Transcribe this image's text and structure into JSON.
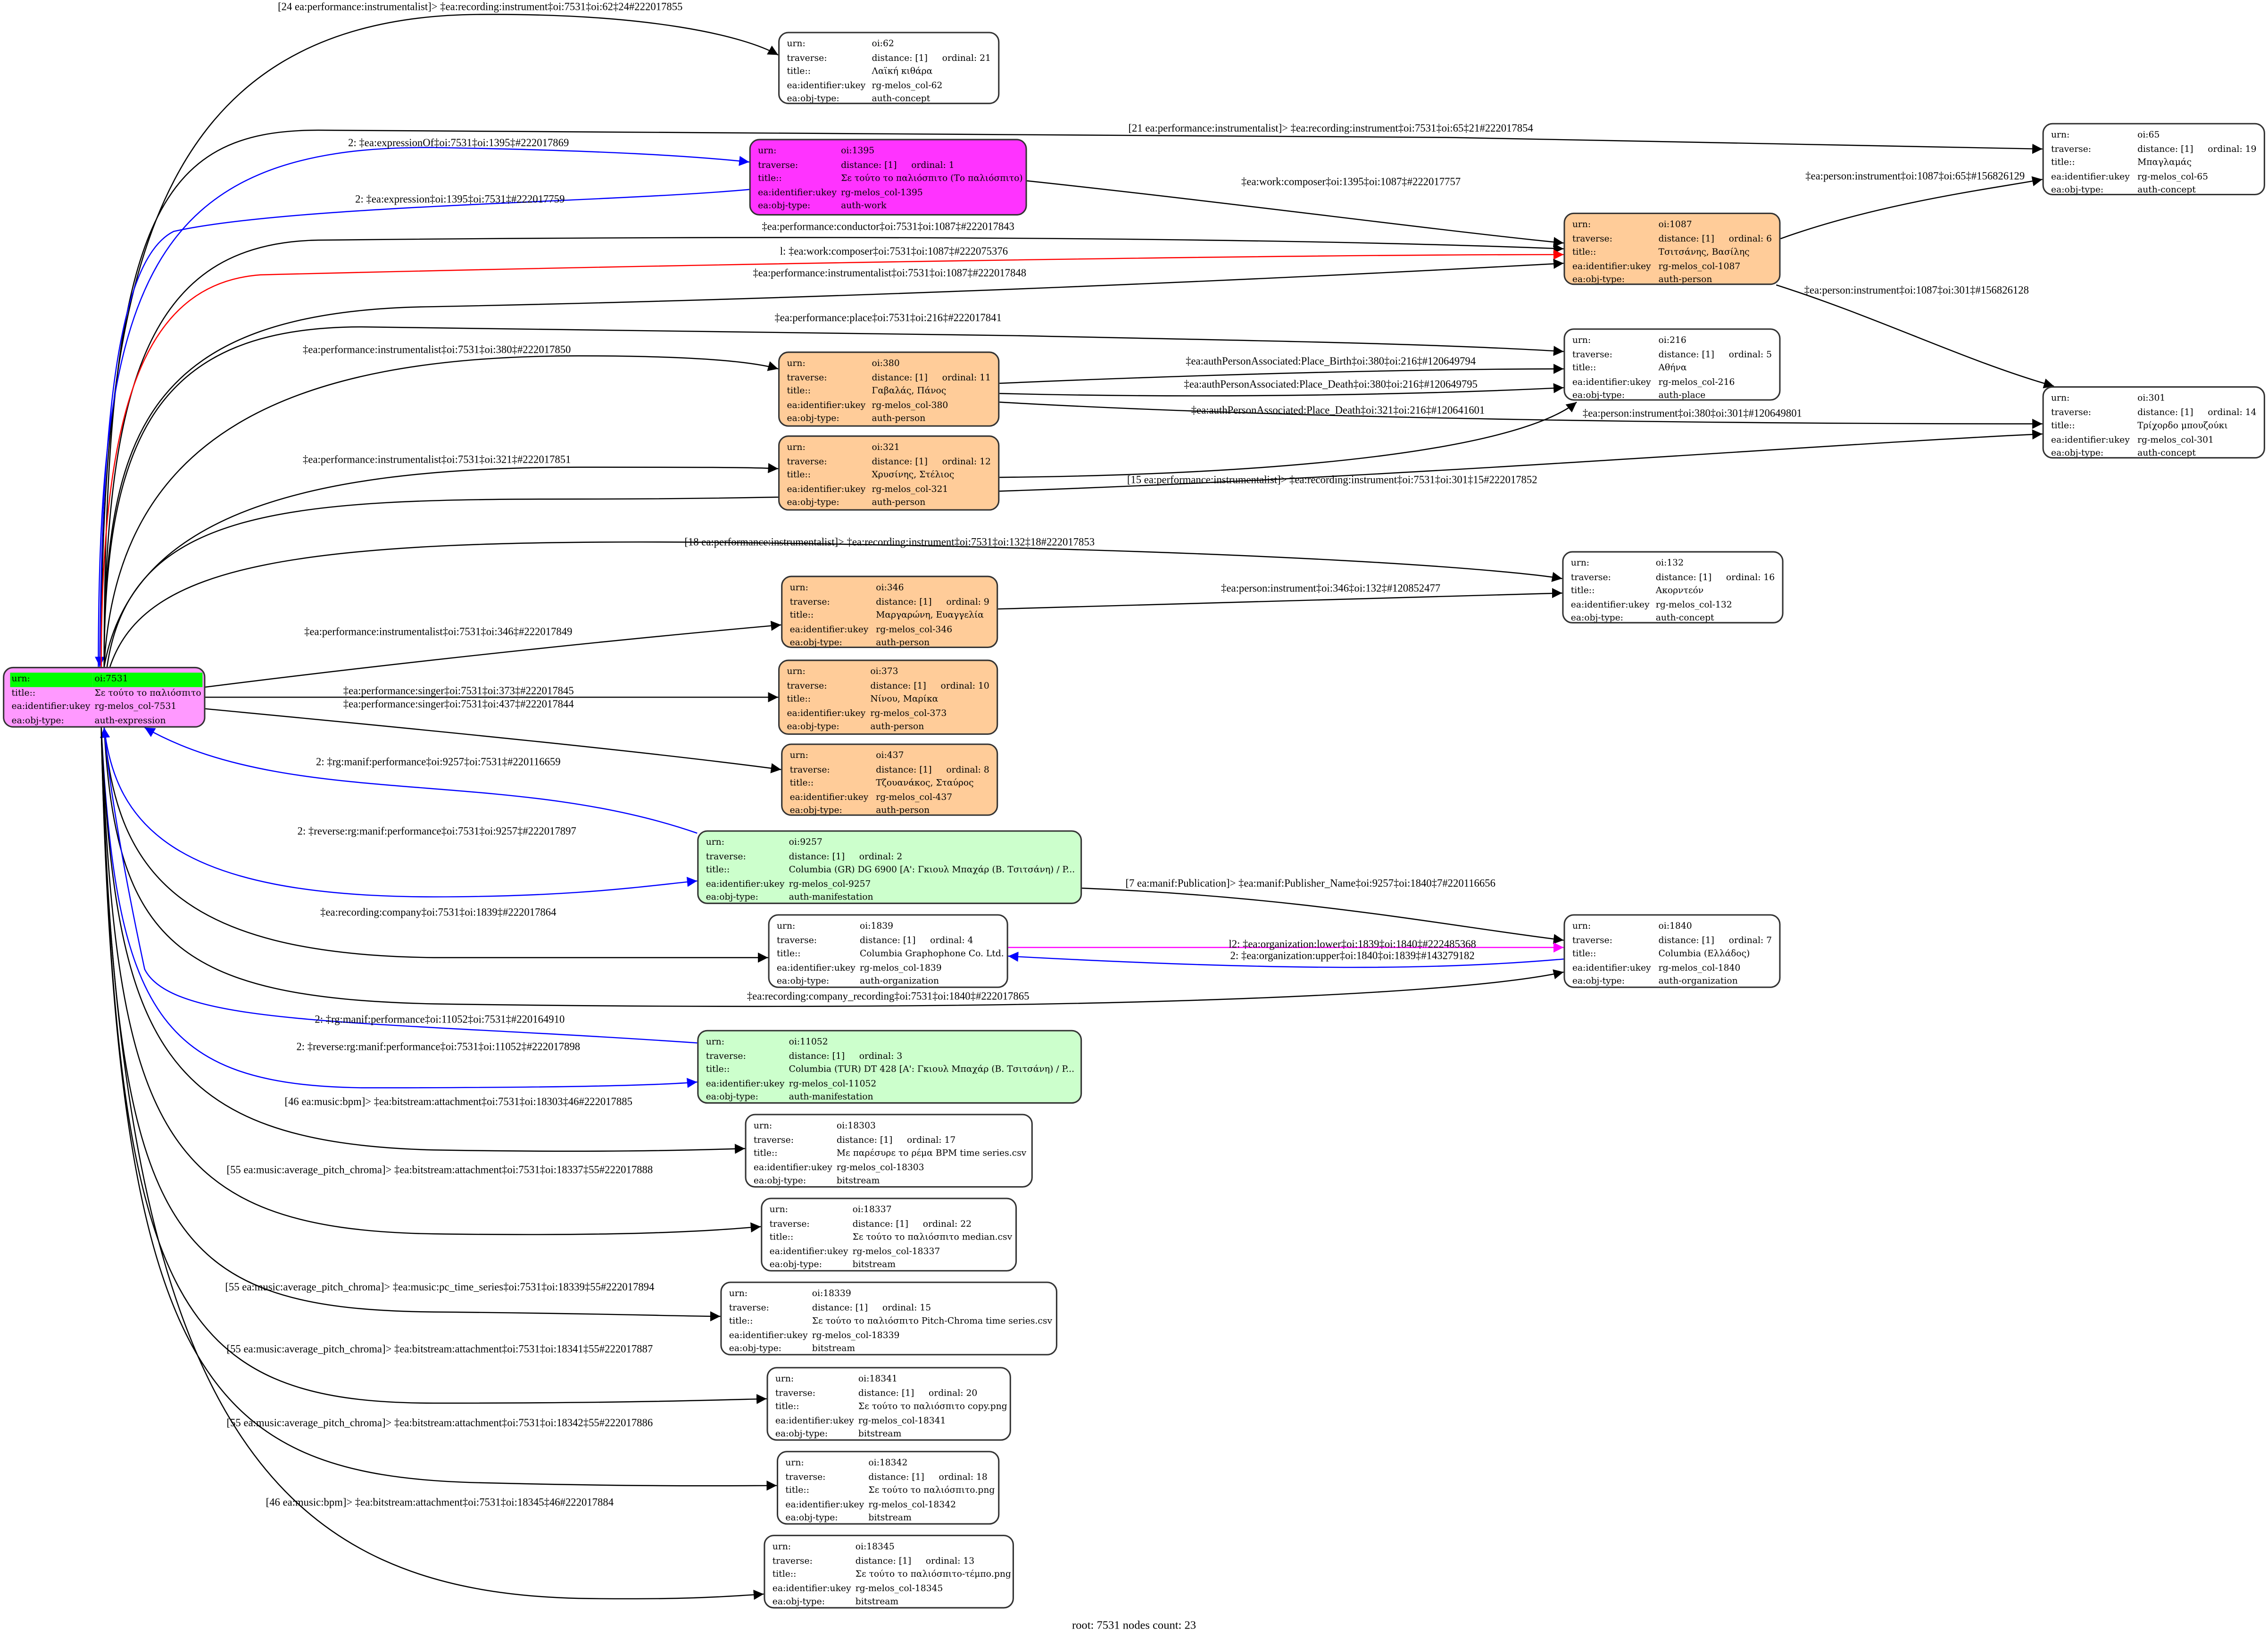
{
  "field_labels": {
    "urn": "urn:",
    "traverse": "traverse:",
    "title": "title::",
    "ukey": "ea:identifier:ukey",
    "obj_type": "ea:obj-type:"
  },
  "colors": {
    "root": "#ff99ff",
    "root_urn": "#00ff00",
    "work": "#ff33ff",
    "person": "#ffcc99",
    "manifestation": "#ccffcc",
    "default": "#ffffff",
    "edge_black": "#000000",
    "edge_blue": "#0000ff",
    "edge_red": "#ff0000",
    "edge_magenta": "#ff00ff"
  },
  "nodes": [
    {
      "id": "7531",
      "urn": "oi:7531",
      "title": "Σε τούτο το παλιόσπιτο",
      "ukey": "rg-melos_col-7531",
      "obj_type": "auth-expression",
      "kind": "root"
    },
    {
      "id": "62",
      "urn": "oi:62",
      "distance": "distance: [1]",
      "ordinal": "ordinal: 21",
      "title": "Λαϊκή κιθάρα",
      "ukey": "rg-melos_col-62",
      "obj_type": "auth-concept",
      "kind": "default"
    },
    {
      "id": "1395",
      "urn": "oi:1395",
      "distance": "distance: [1]",
      "ordinal": "ordinal: 1",
      "title": "Σε τούτο το παλιόσπιτο (Το παλιόσπιτο)",
      "ukey": "rg-melos_col-1395",
      "obj_type": "auth-work",
      "kind": "work"
    },
    {
      "id": "65",
      "urn": "oi:65",
      "distance": "distance: [1]",
      "ordinal": "ordinal: 19",
      "title": "Μπαγλαμάς",
      "ukey": "rg-melos_col-65",
      "obj_type": "auth-concept",
      "kind": "default"
    },
    {
      "id": "1087",
      "urn": "oi:1087",
      "distance": "distance: [1]",
      "ordinal": "ordinal: 6",
      "title": "Τσιτσάνης, Βασίλης",
      "ukey": "rg-melos_col-1087",
      "obj_type": "auth-person",
      "kind": "person"
    },
    {
      "id": "216",
      "urn": "oi:216",
      "distance": "distance: [1]",
      "ordinal": "ordinal: 5",
      "title": "Αθήνα",
      "ukey": "rg-melos_col-216",
      "obj_type": "auth-place",
      "kind": "default"
    },
    {
      "id": "301",
      "urn": "oi:301",
      "distance": "distance: [1]",
      "ordinal": "ordinal: 14",
      "title": "Τρίχορδο μπουζούκι",
      "ukey": "rg-melos_col-301",
      "obj_type": "auth-concept",
      "kind": "default"
    },
    {
      "id": "380",
      "urn": "oi:380",
      "distance": "distance: [1]",
      "ordinal": "ordinal: 11",
      "title": "Γαβαλάς, Πάνος",
      "ukey": "rg-melos_col-380",
      "obj_type": "auth-person",
      "kind": "person"
    },
    {
      "id": "321",
      "urn": "oi:321",
      "distance": "distance: [1]",
      "ordinal": "ordinal: 12",
      "title": "Χρυσίνης, Στέλιος",
      "ukey": "rg-melos_col-321",
      "obj_type": "auth-person",
      "kind": "person"
    },
    {
      "id": "132",
      "urn": "oi:132",
      "distance": "distance: [1]",
      "ordinal": "ordinal: 16",
      "title": "Ακορντεόν",
      "ukey": "rg-melos_col-132",
      "obj_type": "auth-concept",
      "kind": "default"
    },
    {
      "id": "346",
      "urn": "oi:346",
      "distance": "distance: [1]",
      "ordinal": "ordinal: 9",
      "title": "Μαργαρώνη, Ευαγγελία",
      "ukey": "rg-melos_col-346",
      "obj_type": "auth-person",
      "kind": "person"
    },
    {
      "id": "373",
      "urn": "oi:373",
      "distance": "distance: [1]",
      "ordinal": "ordinal: 10",
      "title": "Νίνου, Μαρίκα",
      "ukey": "rg-melos_col-373",
      "obj_type": "auth-person",
      "kind": "person"
    },
    {
      "id": "437",
      "urn": "oi:437",
      "distance": "distance: [1]",
      "ordinal": "ordinal: 8",
      "title": "Τζουανάκος, Σταύρος",
      "ukey": "rg-melos_col-437",
      "obj_type": "auth-person",
      "kind": "person"
    },
    {
      "id": "9257",
      "urn": "oi:9257",
      "distance": "distance: [1]",
      "ordinal": "ordinal: 2",
      "title": "Columbia (GR) DG 6900 [A': Γκιουλ Μπαχάρ (Β. Τσιτσάνη) / P...",
      "ukey": "rg-melos_col-9257",
      "obj_type": "auth-manifestation",
      "kind": "manif"
    },
    {
      "id": "1839",
      "urn": "oi:1839",
      "distance": "distance: [1]",
      "ordinal": "ordinal: 4",
      "title": "Columbia Graphophone Co. Ltd.",
      "ukey": "rg-melos_col-1839",
      "obj_type": "auth-organization",
      "kind": "default"
    },
    {
      "id": "1840",
      "urn": "oi:1840",
      "distance": "distance: [1]",
      "ordinal": "ordinal: 7",
      "title": "Columbia (Ελλάδος)",
      "ukey": "rg-melos_col-1840",
      "obj_type": "auth-organization",
      "kind": "default"
    },
    {
      "id": "11052",
      "urn": "oi:11052",
      "distance": "distance: [1]",
      "ordinal": "ordinal: 3",
      "title": "Columbia (TUR) DT 428 [A': Γκιουλ Μπαχάρ (Β. Τσιτσάνη) / P...",
      "ukey": "rg-melos_col-11052",
      "obj_type": "auth-manifestation",
      "kind": "manif"
    },
    {
      "id": "18303",
      "urn": "oi:18303",
      "distance": "distance: [1]",
      "ordinal": "ordinal: 17",
      "title": "Με παρέσυρε το ρέμα BPM time series.csv",
      "ukey": "rg-melos_col-18303",
      "obj_type": "bitstream",
      "kind": "default"
    },
    {
      "id": "18337",
      "urn": "oi:18337",
      "distance": "distance: [1]",
      "ordinal": "ordinal: 22",
      "title": "Σε τούτο το παλιόσπιτο median.csv",
      "ukey": "rg-melos_col-18337",
      "obj_type": "bitstream",
      "kind": "default"
    },
    {
      "id": "18339",
      "urn": "oi:18339",
      "distance": "distance: [1]",
      "ordinal": "ordinal: 15",
      "title": "Σε τούτο το παλιόσπιτο Pitch-Chroma time series.csv",
      "ukey": "rg-melos_col-18339",
      "obj_type": "bitstream",
      "kind": "default"
    },
    {
      "id": "18341",
      "urn": "oi:18341",
      "distance": "distance: [1]",
      "ordinal": "ordinal: 20",
      "title": "Σε τούτο το παλιόσπιτο copy.png",
      "ukey": "rg-melos_col-18341",
      "obj_type": "bitstream",
      "kind": "default"
    },
    {
      "id": "18342",
      "urn": "oi:18342",
      "distance": "distance: [1]",
      "ordinal": "ordinal: 18",
      "title": "Σε τούτο το παλιόσπιτο.png",
      "ukey": "rg-melos_col-18342",
      "obj_type": "bitstream",
      "kind": "default"
    },
    {
      "id": "18345",
      "urn": "oi:18345",
      "distance": "distance: [1]",
      "ordinal": "ordinal: 13",
      "title": "Σε τούτο το παλιόσπιτο-τέμπο.png",
      "ukey": "rg-melos_col-18345",
      "obj_type": "bitstream",
      "kind": "default"
    }
  ],
  "edges": [
    {
      "from": "7531",
      "to": "62",
      "color": "#000000",
      "label": "[24 ea:performance:instrumentalist]> ‡ea:recording:instrument‡oi:7531‡oi:62‡24#222017855"
    },
    {
      "from": "7531",
      "to": "65",
      "color": "#000000",
      "label": "[21 ea:performance:instrumentalist]> ‡ea:recording:instrument‡oi:7531‡oi:65‡21#222017854"
    },
    {
      "from": "7531",
      "to": "1395",
      "color": "#0000ff",
      "label": "2: ‡ea:expressionOf‡oi:7531‡oi:1395‡#222017869"
    },
    {
      "from": "1395",
      "to": "7531",
      "color": "#0000ff",
      "label": "2: ‡ea:expression‡oi:1395‡oi:7531‡#222017759"
    },
    {
      "from": "1395",
      "to": "1087",
      "color": "#000000",
      "label": "‡ea:work:composer‡oi:1395‡oi:1087‡#222017757"
    },
    {
      "from": "7531",
      "to": "1087",
      "color": "#000000",
      "label": "‡ea:performance:conductor‡oi:7531‡oi:1087‡#222017843"
    },
    {
      "from": "7531",
      "to": "1087",
      "color": "#ff0000",
      "label": "l: ‡ea:work:composer‡oi:7531‡oi:1087‡#222075376"
    },
    {
      "from": "7531",
      "to": "1087",
      "color": "#000000",
      "label": "‡ea:performance:instrumentalist‡oi:7531‡oi:1087‡#222017848"
    },
    {
      "from": "7531",
      "to": "216",
      "color": "#000000",
      "label": "‡ea:performance:place‡oi:7531‡oi:216‡#222017841"
    },
    {
      "from": "7531",
      "to": "380",
      "color": "#000000",
      "label": "‡ea:performance:instrumentalist‡oi:7531‡oi:380‡#222017850"
    },
    {
      "from": "380",
      "to": "216",
      "color": "#000000",
      "label": "‡ea:authPersonAssociated:Place_Birth‡oi:380‡oi:216‡#120649794"
    },
    {
      "from": "380",
      "to": "216",
      "color": "#000000",
      "label": "‡ea:authPersonAssociated:Place_Death‡oi:380‡oi:216‡#120649795"
    },
    {
      "from": "321",
      "to": "216",
      "color": "#000000",
      "label": "‡ea:authPersonAssociated:Place_Death‡oi:321‡oi:216‡#120641601"
    },
    {
      "from": "380",
      "to": "301",
      "color": "#000000",
      "label": "‡ea:person:instrument‡oi:380‡oi:301‡#120649801"
    },
    {
      "from": "1087",
      "to": "65",
      "color": "#000000",
      "label": "‡ea:person:instrument‡oi:1087‡oi:65‡#156826129"
    },
    {
      "from": "1087",
      "to": "301",
      "color": "#000000",
      "label": "‡ea:person:instrument‡oi:1087‡oi:301‡#156826128"
    },
    {
      "from": "7531",
      "to": "321",
      "color": "#000000",
      "label": "‡ea:performance:instrumentalist‡oi:7531‡oi:321‡#222017851"
    },
    {
      "from": "7531",
      "to": "301",
      "color": "#000000",
      "label": "[15 ea:performance:instrumentalist]> ‡ea:recording:instrument‡oi:7531‡oi:301‡15#222017852"
    },
    {
      "from": "7531",
      "to": "132",
      "color": "#000000",
      "label": "[18 ea:performance:instrumentalist]> ‡ea:recording:instrument‡oi:7531‡oi:132‡18#222017853"
    },
    {
      "from": "346",
      "to": "132",
      "color": "#000000",
      "label": "‡ea:person:instrument‡oi:346‡oi:132‡#120852477"
    },
    {
      "from": "7531",
      "to": "346",
      "color": "#000000",
      "label": "‡ea:performance:instrumentalist‡oi:7531‡oi:346‡#222017849"
    },
    {
      "from": "7531",
      "to": "373",
      "color": "#000000",
      "label": "‡ea:performance:singer‡oi:7531‡oi:373‡#222017845"
    },
    {
      "from": "7531",
      "to": "437",
      "color": "#000000",
      "label": "‡ea:performance:singer‡oi:7531‡oi:437‡#222017844"
    },
    {
      "from": "9257",
      "to": "7531",
      "color": "#0000ff",
      "label": "2: ‡rg:manif:performance‡oi:9257‡oi:7531‡#220116659"
    },
    {
      "from": "7531",
      "to": "9257",
      "color": "#0000ff",
      "label": "2: ‡reverse:rg:manif:performance‡oi:7531‡oi:9257‡#222017897"
    },
    {
      "from": "7531",
      "to": "1839",
      "color": "#000000",
      "label": "‡ea:recording:company‡oi:7531‡oi:1839‡#222017864"
    },
    {
      "from": "9257",
      "to": "1840",
      "color": "#000000",
      "label": "[7 ea:manif:Publication]> ‡ea:manif:Publisher_Name‡oi:9257‡oi:1840‡7#220116656"
    },
    {
      "from": "1839",
      "to": "1840",
      "color": "#ff00ff",
      "label": "l2: ‡ea:organization:lower‡oi:1839‡oi:1840‡#222485368"
    },
    {
      "from": "1840",
      "to": "1839",
      "color": "#0000ff",
      "label": "2: ‡ea:organization:upper‡oi:1840‡oi:1839‡#143279182"
    },
    {
      "from": "7531",
      "to": "1840",
      "color": "#000000",
      "label": "‡ea:recording:company_recording‡oi:7531‡oi:1840‡#222017865"
    },
    {
      "from": "11052",
      "to": "7531",
      "color": "#0000ff",
      "label": "2: ‡rg:manif:performance‡oi:11052‡oi:7531‡#220164910"
    },
    {
      "from": "7531",
      "to": "11052",
      "color": "#0000ff",
      "label": "2: ‡reverse:rg:manif:performance‡oi:7531‡oi:11052‡#222017898"
    },
    {
      "from": "7531",
      "to": "18303",
      "color": "#000000",
      "label": "[46 ea:music:bpm]> ‡ea:bitstream:attachment‡oi:7531‡oi:18303‡46#222017885"
    },
    {
      "from": "7531",
      "to": "18337",
      "color": "#000000",
      "label": "[55 ea:music:average_pitch_chroma]> ‡ea:bitstream:attachment‡oi:7531‡oi:18337‡55#222017888"
    },
    {
      "from": "7531",
      "to": "18339",
      "color": "#000000",
      "label": "[55 ea:music:average_pitch_chroma]> ‡ea:music:pc_time_series‡oi:7531‡oi:18339‡55#222017894"
    },
    {
      "from": "7531",
      "to": "18341",
      "color": "#000000",
      "label": "[55 ea:music:average_pitch_chroma]> ‡ea:bitstream:attachment‡oi:7531‡oi:18341‡55#222017887"
    },
    {
      "from": "7531",
      "to": "18342",
      "color": "#000000",
      "label": "[55 ea:music:average_pitch_chroma]> ‡ea:bitstream:attachment‡oi:7531‡oi:18342‡55#222017886"
    },
    {
      "from": "7531",
      "to": "18345",
      "color": "#000000",
      "label": "[46 ea:music:bpm]> ‡ea:bitstream:attachment‡oi:7531‡oi:18345‡46#222017884"
    }
  ],
  "footer": "root: 7531 nodes count: 23"
}
